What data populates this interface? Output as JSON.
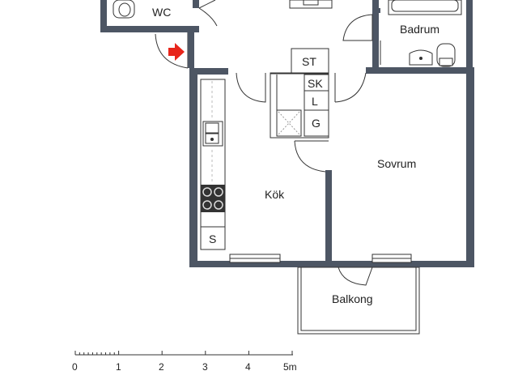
{
  "rooms": {
    "wc": "WC",
    "badrum": "Badrum",
    "sovrum": "Sovrum",
    "kok": "Kök",
    "balkong": "Balkong"
  },
  "fixtures": {
    "st": "ST",
    "sk": "SK",
    "l": "L",
    "g": "G",
    "s": "S"
  },
  "scale": {
    "ticks": [
      "0",
      "1",
      "2",
      "3",
      "4",
      "5m"
    ]
  },
  "colors": {
    "wall": "#4d5664",
    "entrance_arrow": "#e8251b",
    "line": "#333333"
  },
  "icons": {
    "entrance": "red-arrow-icon"
  }
}
